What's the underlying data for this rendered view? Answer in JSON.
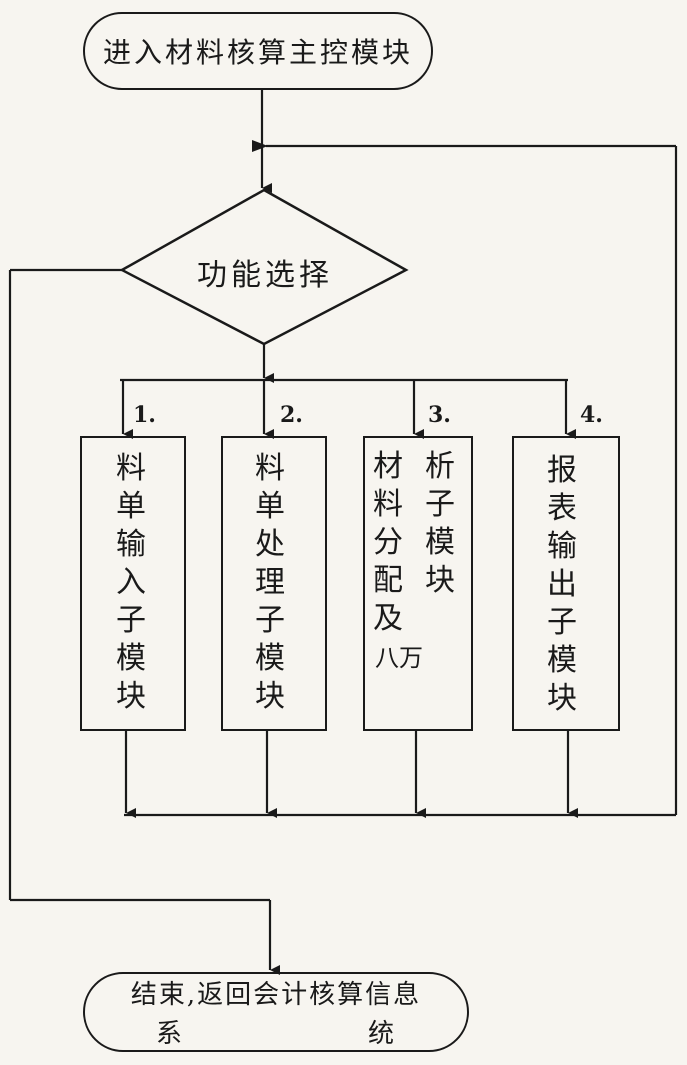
{
  "start_node": "进入材料核算主控模块",
  "decision_node": "功能选择",
  "modules": [
    {
      "number": "1.",
      "label": "料单输入子模块"
    },
    {
      "number": "2.",
      "label": "料单处理子模块"
    },
    {
      "number": "3.",
      "label_col1": "材料分配及",
      "label_col2": "析子模块",
      "label_note": "八万"
    },
    {
      "number": "4.",
      "label": "报表输出子模块"
    }
  ],
  "end_node": {
    "line1": "结束,返回会计核算信息",
    "line2a": "系",
    "line2b": "统"
  }
}
